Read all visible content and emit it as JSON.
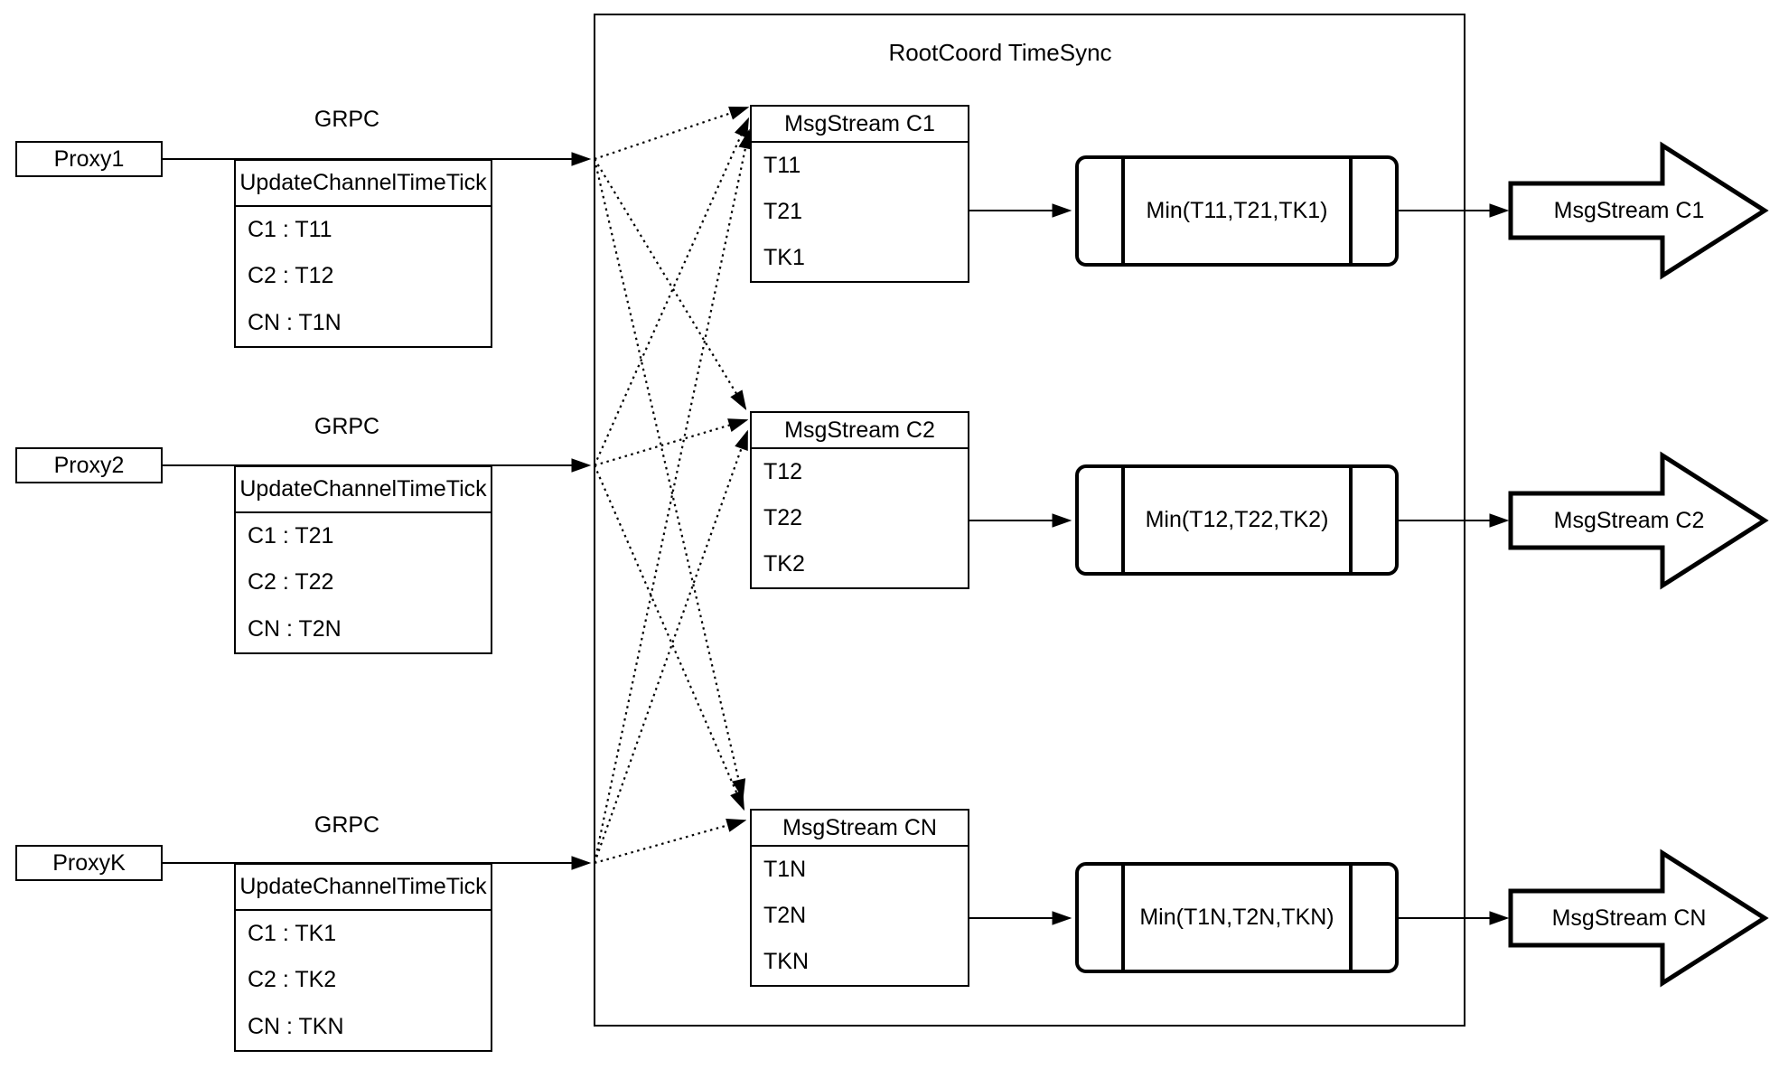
{
  "diagram": {
    "title": "RootCoord TimeSync",
    "colors": {
      "stroke": "#000000",
      "background": "#ffffff"
    },
    "proxies": [
      {
        "label": "Proxy1",
        "protocol": "GRPC",
        "message": {
          "title": "UpdateChannelTimeTick",
          "rows": [
            "C1 : T11",
            "C2 : T12",
            "CN : T1N"
          ]
        }
      },
      {
        "label": "Proxy2",
        "protocol": "GRPC",
        "message": {
          "title": "UpdateChannelTimeTick",
          "rows": [
            "C1 : T21",
            "C2 : T22",
            "CN : T2N"
          ]
        }
      },
      {
        "label": "ProxyK",
        "protocol": "GRPC",
        "message": {
          "title": "UpdateChannelTimeTick",
          "rows": [
            "C1 : TK1",
            "C2 : TK2",
            "CN : TKN"
          ]
        }
      }
    ],
    "streams": [
      {
        "table_title": "MsgStream C1",
        "ticks": [
          "T11",
          "T21",
          "TK1"
        ],
        "min_label": "Min(T11,T21,TK1)",
        "output_label": "MsgStream C1"
      },
      {
        "table_title": "MsgStream C2",
        "ticks": [
          "T12",
          "T22",
          "TK2"
        ],
        "min_label": "Min(T12,T22,TK2)",
        "output_label": "MsgStream C2"
      },
      {
        "table_title": "MsgStream CN",
        "ticks": [
          "T1N",
          "T2N",
          "TKN"
        ],
        "min_label": "Min(T1N,T2N,TKN)",
        "output_label": "MsgStream CN"
      }
    ]
  }
}
